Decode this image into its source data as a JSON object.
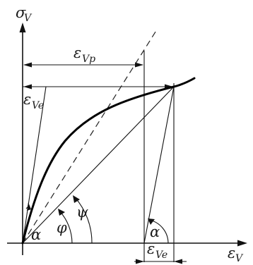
{
  "axes": {
    "y_label": "σ",
    "y_sub": "V",
    "x_label": "ε",
    "x_sub": "V"
  },
  "dimensions": {
    "total_strain": {
      "symbol": "ε",
      "sub": "Vp"
    },
    "elastic_strain_top": {
      "symbol": "ε",
      "sub": "Ve"
    },
    "elastic_strain_bottom": {
      "symbol": "ε",
      "sub": "Ve"
    }
  },
  "angles": {
    "alpha_origin": "α",
    "phi": "φ",
    "psi": "ψ",
    "alpha_unload": "α"
  }
}
